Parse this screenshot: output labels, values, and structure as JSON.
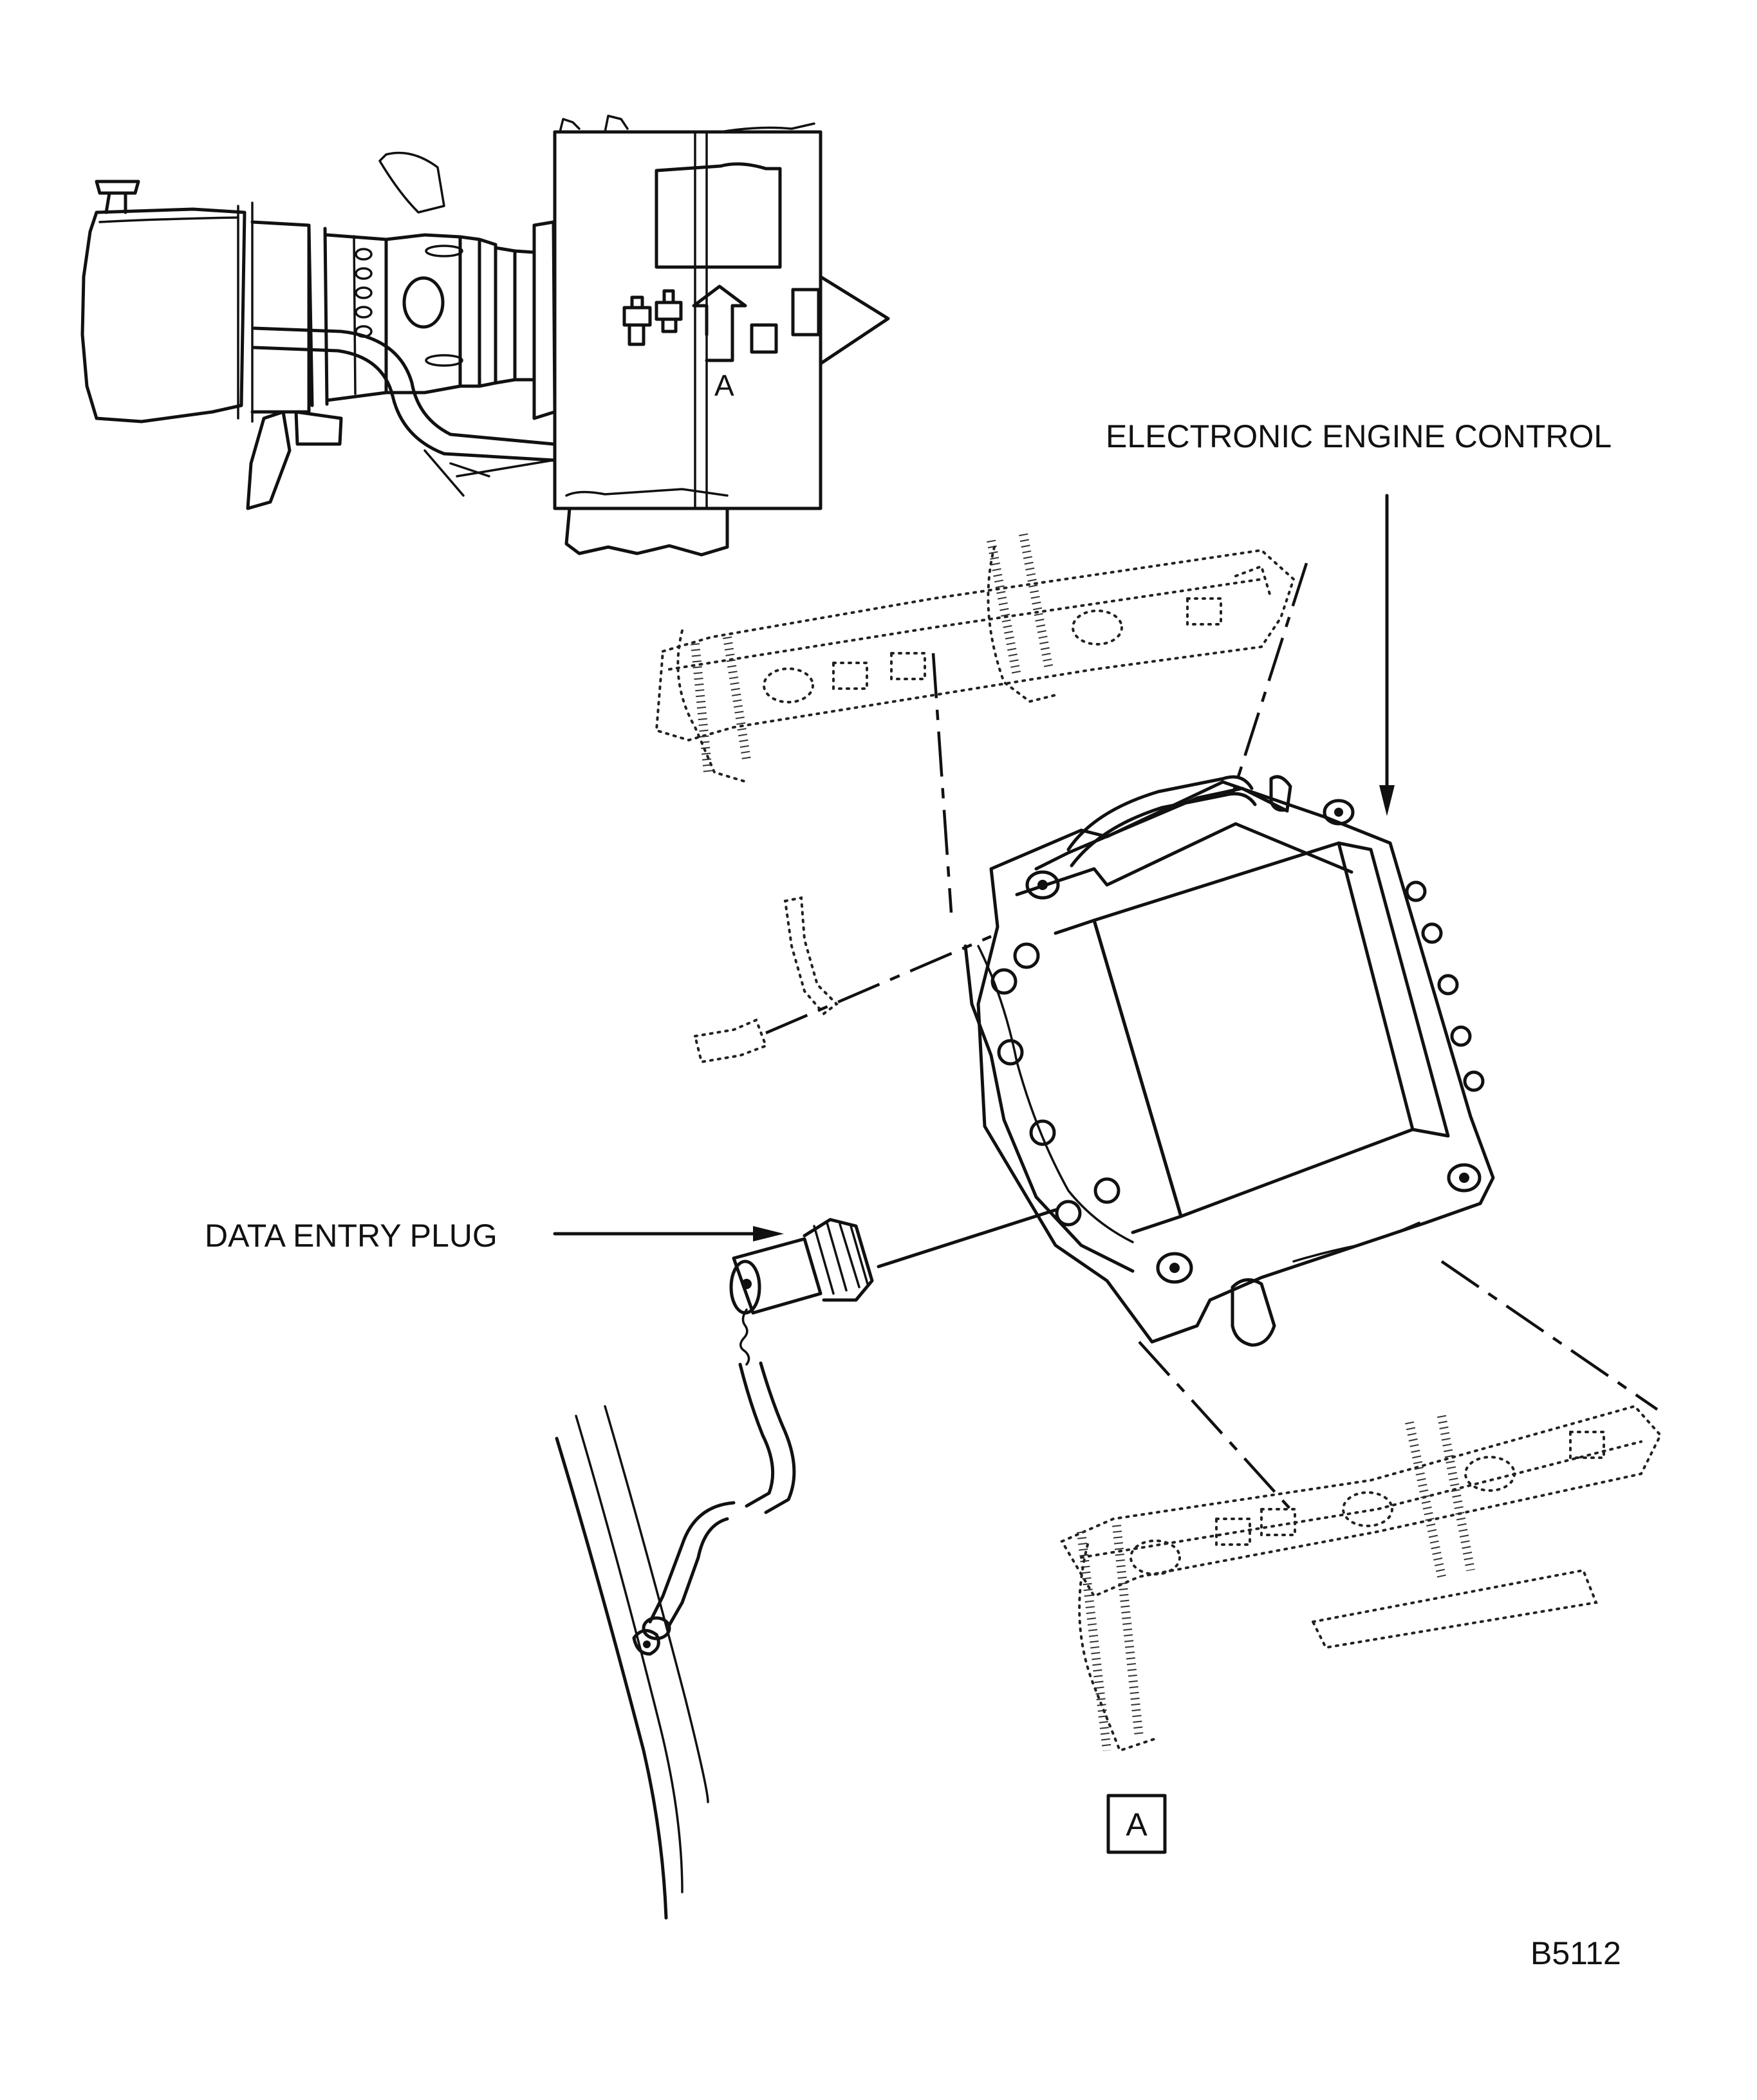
{
  "labels": {
    "view_marker": "A",
    "electronic_engine_control": "ELECTRONIC ENGINE CONTROL",
    "data_entry_plug": "DATA ENTRY PLUG",
    "detail_view": "A",
    "figure_id": "B5112"
  }
}
